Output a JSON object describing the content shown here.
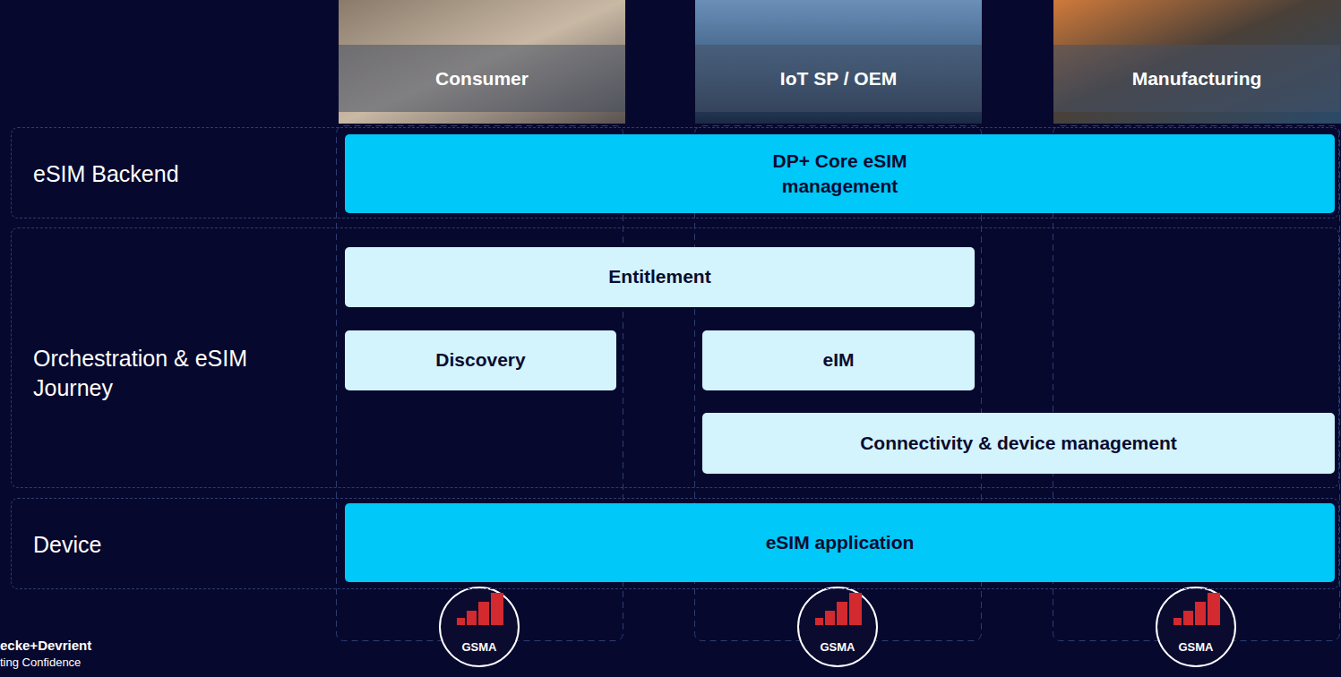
{
  "diagram": {
    "nodes": [
      {
        "text": [
          "Consumer"
        ]
      },
      {
        "text": [
          "IoT SP / OEM"
        ]
      },
      {
        "text": [
          "Manufacturing"
        ]
      },
      {
        "text": [
          "eSIM Backend"
        ]
      },
      {
        "text": [
          "DP+ Core eSIM management"
        ],
        "in": 3
      },
      {
        "text": [
          "Orchestration & eSIM Journey"
        ]
      },
      {
        "text": [
          "Entitlement"
        ],
        "in": 5
      },
      {
        "text": [
          "Discovery"
        ],
        "in": 5
      },
      {
        "text": [
          "eIM"
        ],
        "in": 5
      },
      {
        "text": [
          "Connectivity & device management"
        ],
        "in": 5
      },
      {
        "text": [
          "Device"
        ]
      },
      {
        "text": [
          "eSIM application"
        ],
        "in": 10
      }
    ],
    "labels": [
      "GSMA",
      "GSMA",
      "GSMA",
      "ecke+Devrient",
      "ting Confidence"
    ]
  }
}
